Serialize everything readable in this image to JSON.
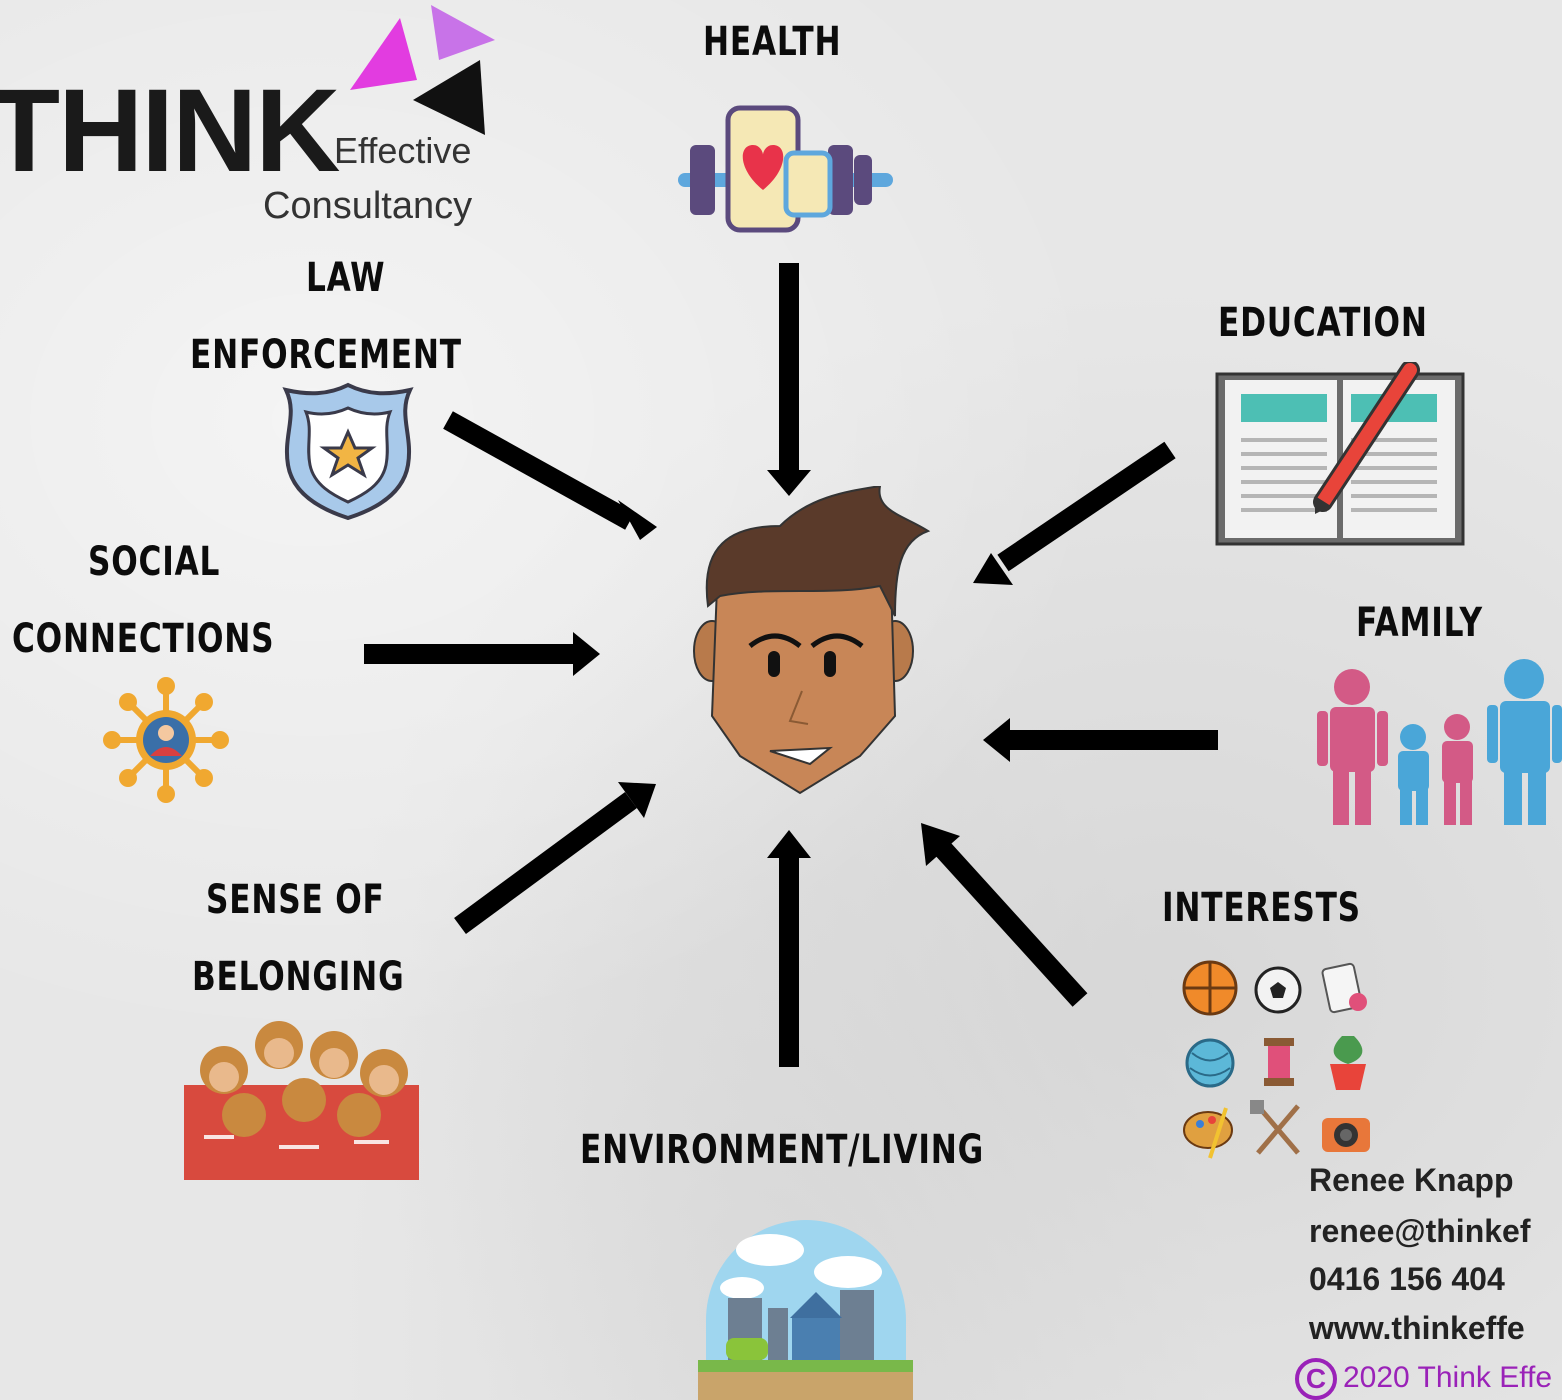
{
  "logo": {
    "think": "THINK",
    "effective": "Effective",
    "consultancy": "Consultancy"
  },
  "center_icon": "person-face-icon",
  "nodes": {
    "health": "HEALTH",
    "law_enforcement_1": "LAW",
    "law_enforcement_2": "ENFORCEMENT",
    "education": "EDUCATION",
    "social_1": "SOCIAL",
    "social_2": "CONNECTIONS",
    "family": "FAMILY",
    "belonging_1": "SENSE OF",
    "belonging_2": "BELONGING",
    "interests": "INTERESTS",
    "environment": "ENVIRONMENT/LIVING"
  },
  "icons": [
    "heart-fitness-icon",
    "police-badge-icon",
    "open-book-pencil-icon",
    "social-network-icon",
    "family-icon",
    "team-huddle-icon",
    "hobbies-icon-grid",
    "city-globe-icon"
  ],
  "contact": {
    "name": "Renee Knapp",
    "email": "renee@thinkef",
    "phone": "0416 156 404",
    "web": "www.thinkeffe",
    "copyright": "2020 Think Effe",
    "copyright_symbol": "C"
  },
  "colors": {
    "text": "#0c0c0c",
    "arrow": "#000000",
    "copyright": "#9a22b8",
    "logo_magenta": "#e23ce0",
    "logo_violet": "#c873e8"
  }
}
